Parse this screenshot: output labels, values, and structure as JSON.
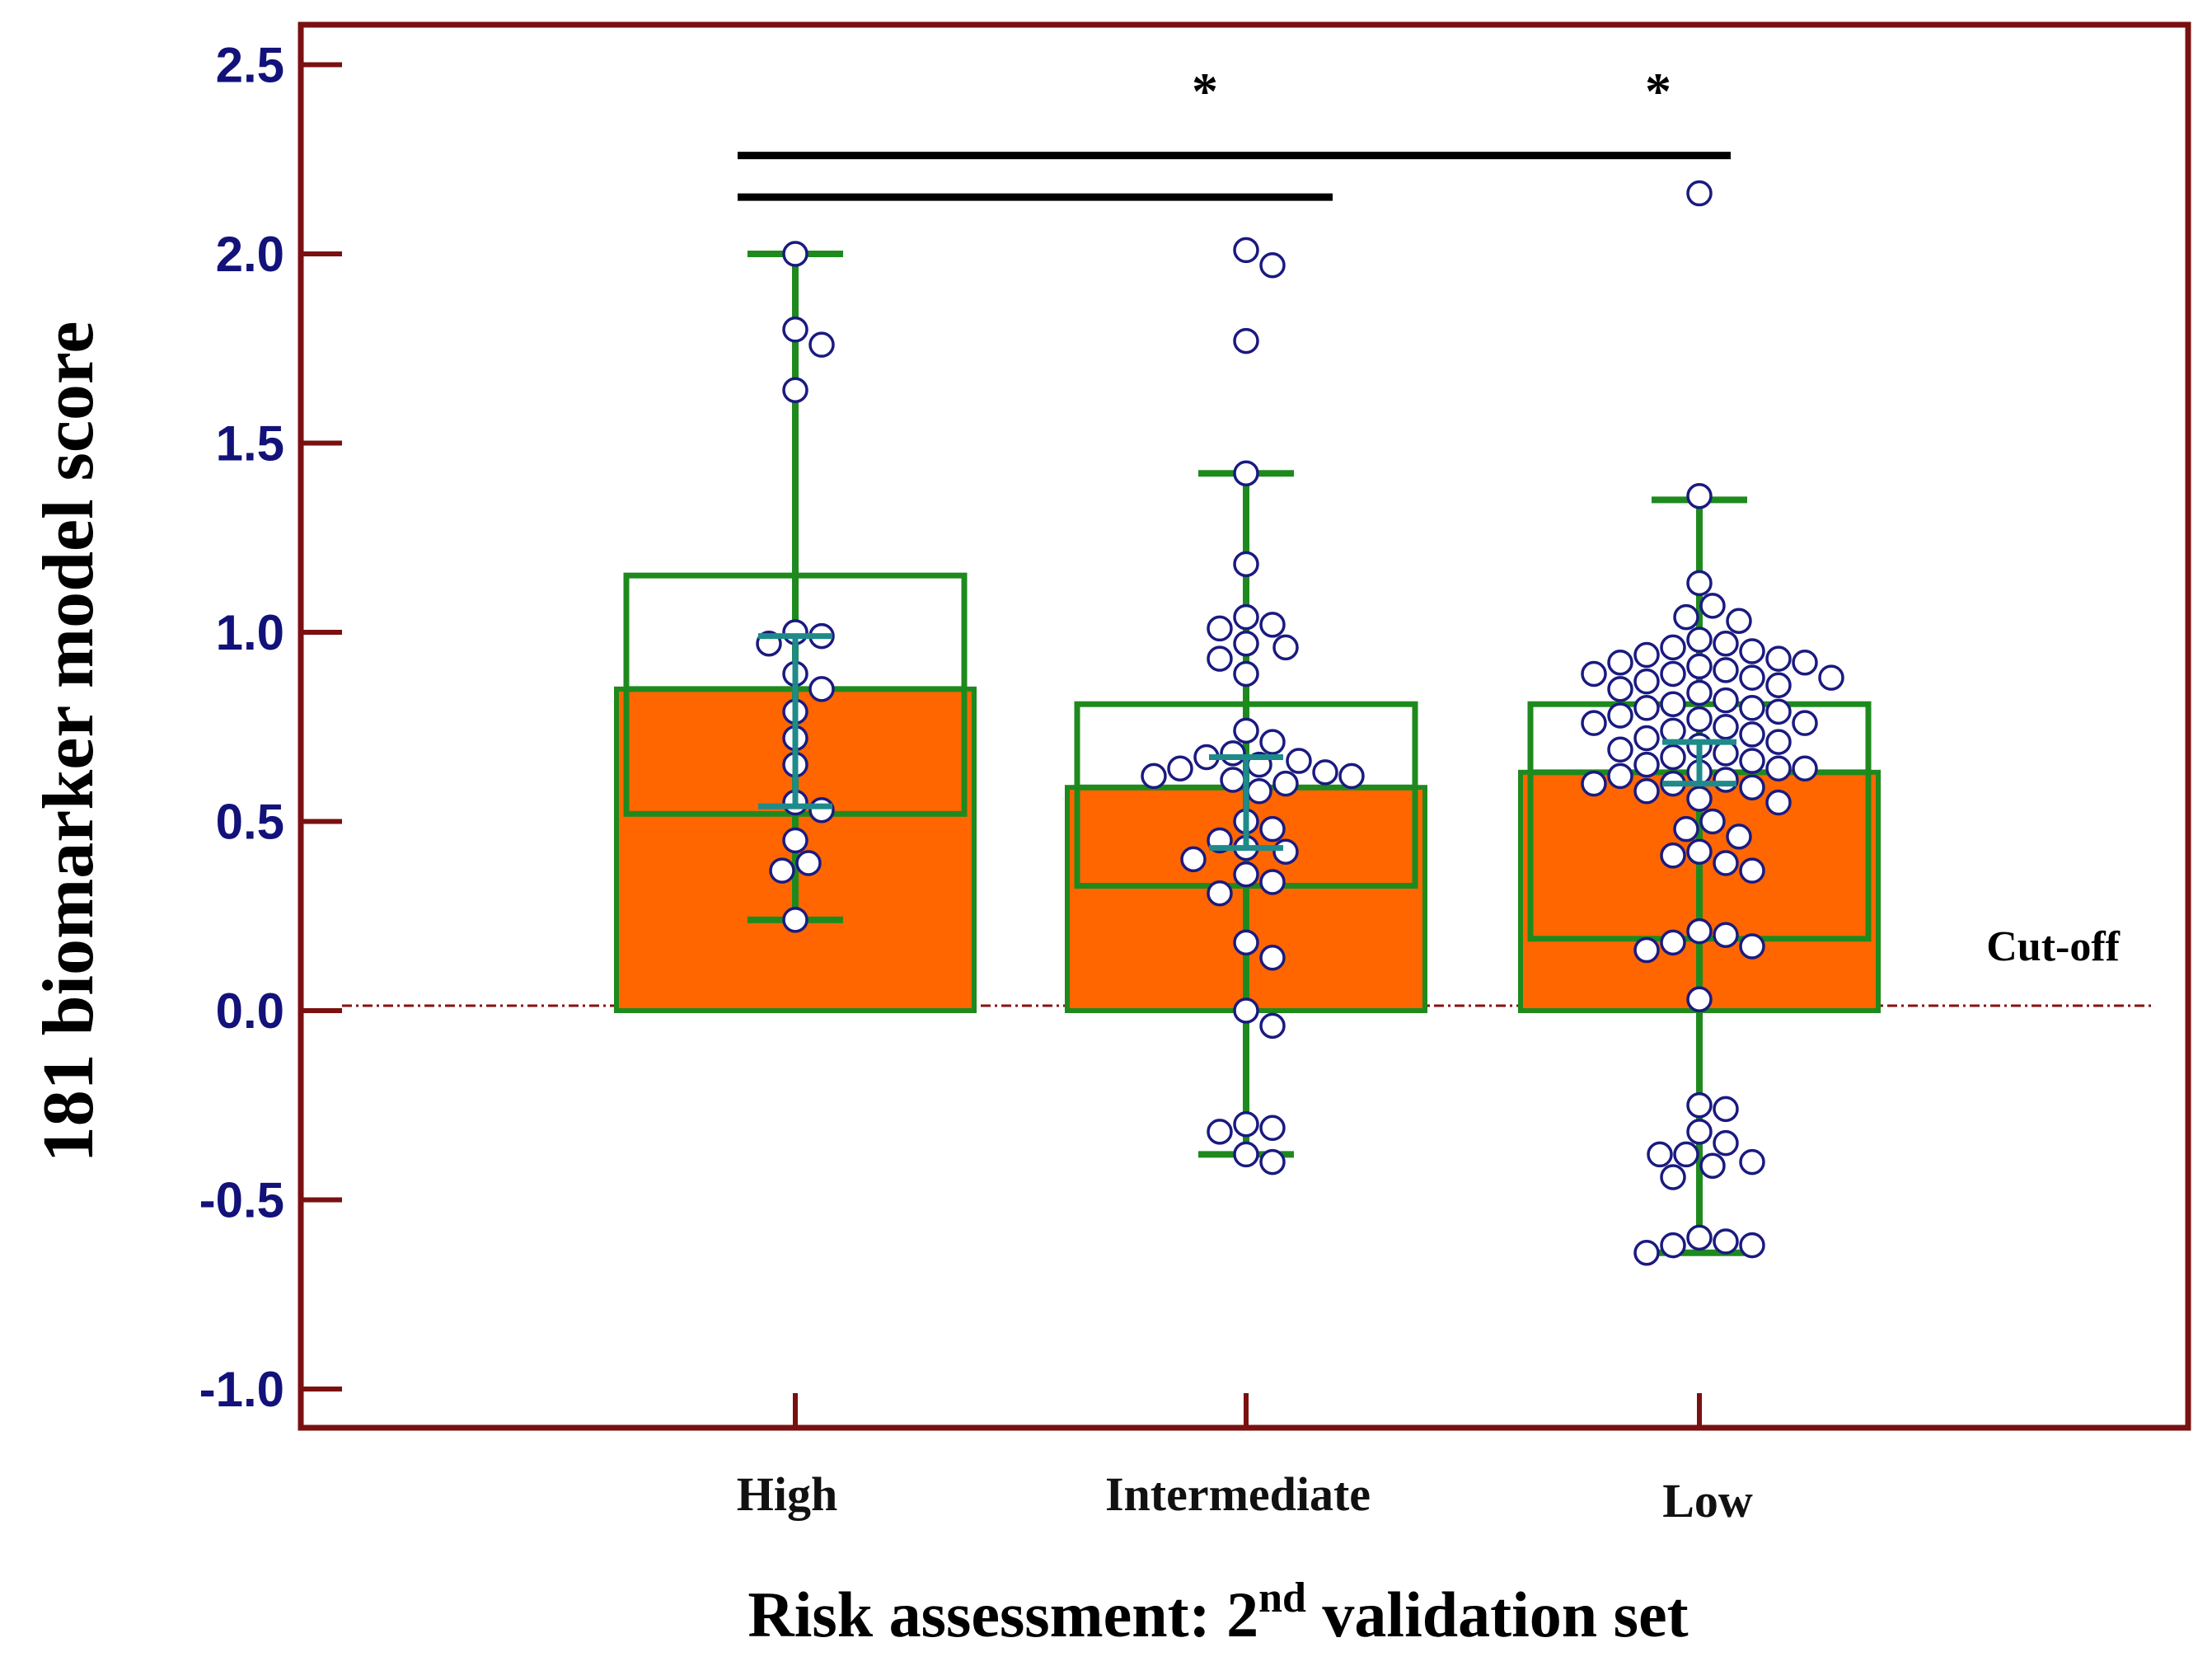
{
  "chart_data": {
    "type": "box",
    "ylabel": "181 biomarker model score",
    "xlabel": {
      "prefix": "Risk assessment: 2",
      "superscript": "nd",
      "suffix": " validation set"
    },
    "yticks": [
      "2.5",
      "2.0",
      "1.5",
      "1.0",
      "0.5",
      "0.0",
      "-0.5",
      "-1.0"
    ],
    "ytick_values": [
      2.5,
      2.0,
      1.5,
      1.0,
      0.5,
      0.0,
      -0.5,
      -1.0
    ],
    "ylim": [
      -1.1,
      2.55
    ],
    "cutoff": {
      "label": "Cut-off",
      "value": 0.0
    },
    "significance": [
      {
        "from": "High",
        "to": "Intermediate",
        "y": 2.15,
        "label": "*"
      },
      {
        "from": "High",
        "to": "Low",
        "y": 2.26,
        "label": "*"
      }
    ],
    "colors": {
      "frame": "#7a1010",
      "box": "#1e8a1e",
      "bar": "#ff6600",
      "ci": "#1f8a8a",
      "point_edge": "#1a1a80",
      "ytick_text": "#12127a",
      "cutoff": "#8b1010"
    },
    "groups": [
      {
        "name": "High",
        "mean": 0.85,
        "median": 0.85,
        "q1": 0.52,
        "q3": 1.15,
        "whisker_low": 0.24,
        "whisker_high": 2.0,
        "ci": [
          0.54,
          0.99
        ],
        "points": [
          2.0,
          1.8,
          1.76,
          1.64,
          1.0,
          0.99,
          0.97,
          0.89,
          0.85,
          0.79,
          0.72,
          0.65,
          0.55,
          0.53,
          0.45,
          0.39,
          0.37,
          0.24
        ]
      },
      {
        "name": "Intermediate",
        "mean": 0.59,
        "median": 0.59,
        "q1": 0.33,
        "q3": 0.81,
        "whisker_low": -0.38,
        "whisker_high": 1.42,
        "ci": [
          0.43,
          0.67
        ],
        "points": [
          2.01,
          1.97,
          1.77,
          1.42,
          1.18,
          1.04,
          1.02,
          1.01,
          0.97,
          0.96,
          0.93,
          0.89,
          0.74,
          0.71,
          0.68,
          0.67,
          0.66,
          0.65,
          0.64,
          0.63,
          0.62,
          0.62,
          0.61,
          0.6,
          0.58,
          0.5,
          0.48,
          0.45,
          0.43,
          0.42,
          0.4,
          0.36,
          0.34,
          0.31,
          0.18,
          0.14,
          0.0,
          -0.04,
          -0.3,
          -0.31,
          -0.32,
          -0.38,
          -0.4
        ]
      },
      {
        "name": "Low",
        "mean": 0.63,
        "median": 0.63,
        "q1": 0.19,
        "q3": 0.81,
        "whisker_low": -0.64,
        "whisker_high": 1.35,
        "ci": [
          0.6,
          0.71
        ],
        "points": [
          2.16,
          1.36,
          1.13,
          1.07,
          1.04,
          1.03,
          0.98,
          0.97,
          0.96,
          0.95,
          0.94,
          0.93,
          0.92,
          0.92,
          0.91,
          0.9,
          0.89,
          0.89,
          0.88,
          0.88,
          0.87,
          0.86,
          0.85,
          0.84,
          0.82,
          0.81,
          0.8,
          0.8,
          0.79,
          0.78,
          0.77,
          0.76,
          0.76,
          0.75,
          0.74,
          0.73,
          0.72,
          0.71,
          0.7,
          0.69,
          0.68,
          0.67,
          0.66,
          0.65,
          0.64,
          0.64,
          0.63,
          0.62,
          0.61,
          0.6,
          0.6,
          0.59,
          0.58,
          0.56,
          0.55,
          0.5,
          0.48,
          0.46,
          0.42,
          0.41,
          0.39,
          0.37,
          0.21,
          0.2,
          0.18,
          0.17,
          0.16,
          0.03,
          -0.25,
          -0.26,
          -0.32,
          -0.35,
          -0.38,
          -0.38,
          -0.4,
          -0.41,
          -0.44,
          -0.6,
          -0.61,
          -0.62,
          -0.62,
          -0.64
        ]
      }
    ]
  }
}
